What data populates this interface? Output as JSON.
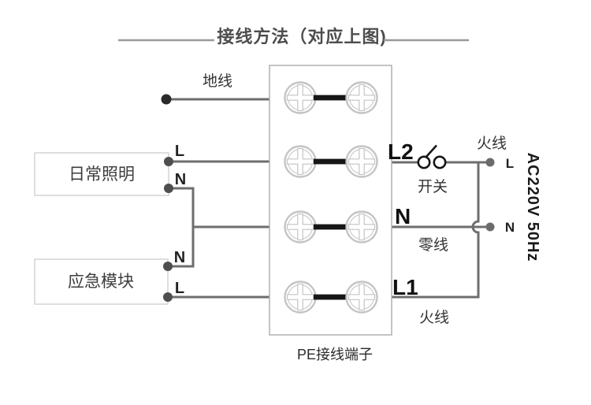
{
  "title": "接线方法（对应上图)",
  "colors": {
    "wire": "#6e6e6e",
    "bus_bar": "#161616",
    "terminal_ring": "#c4c4c4",
    "box_border": "#c9c9c9",
    "block_border": "#ababab",
    "ground_dot": "#2a2a2a",
    "junction_dot": "#4e4e4e",
    "supply_dot": "#6b6b6b",
    "title_text": "#4d4d4d",
    "label_text": "#333333",
    "bold_label_text": "#111111"
  },
  "ground": {
    "label": "地线"
  },
  "devices": [
    {
      "label": "日常照明",
      "terminals": {
        "l": "L",
        "n": "N"
      }
    },
    {
      "label": "应急模块",
      "terminals": {
        "n": "N",
        "l": "L"
      }
    }
  ],
  "terminal_block": {
    "caption": "PE接线端子"
  },
  "outputs": {
    "l2": "L2",
    "switch": "开关",
    "n": "N",
    "neutral": "零线",
    "l1": "L1",
    "live_top": "火线",
    "live_bottom": "火线"
  },
  "supply": {
    "l": "L",
    "n": "N",
    "rating": "AC220V  50Hz"
  }
}
